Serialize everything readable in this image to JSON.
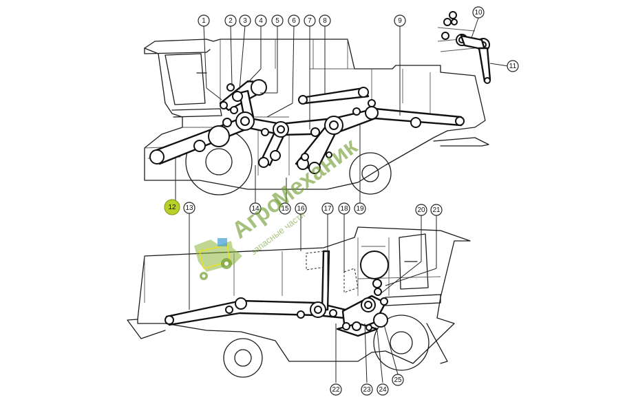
{
  "callouts": [
    {
      "id": "1",
      "label": "1"
    },
    {
      "id": "2",
      "label": "2"
    },
    {
      "id": "3",
      "label": "3"
    },
    {
      "id": "4",
      "label": "4"
    },
    {
      "id": "5",
      "label": "5"
    },
    {
      "id": "6",
      "label": "6"
    },
    {
      "id": "7",
      "label": "7"
    },
    {
      "id": "8",
      "label": "8"
    },
    {
      "id": "9",
      "label": "9"
    },
    {
      "id": "10",
      "label": "10"
    },
    {
      "id": "11",
      "label": "11"
    },
    {
      "id": "12",
      "label": "12",
      "highlighted": true
    },
    {
      "id": "13",
      "label": "13"
    },
    {
      "id": "14",
      "label": "14"
    },
    {
      "id": "15",
      "label": "15"
    },
    {
      "id": "16",
      "label": "16"
    },
    {
      "id": "17",
      "label": "17"
    },
    {
      "id": "18",
      "label": "18"
    },
    {
      "id": "19",
      "label": "19"
    },
    {
      "id": "20",
      "label": "20"
    },
    {
      "id": "21",
      "label": "21"
    },
    {
      "id": "22",
      "label": "22"
    },
    {
      "id": "23",
      "label": "23"
    },
    {
      "id": "24",
      "label": "24"
    },
    {
      "id": "25",
      "label": "25"
    }
  ],
  "watermark": {
    "brand_part1": "Агро",
    "brand_part2": "Механик",
    "tagline": "запасные части",
    "color": "#8ab63b",
    "icon": "combine-harvester-icon"
  },
  "colors": {
    "highlight": "#b9cf2a",
    "line": "#111111"
  }
}
